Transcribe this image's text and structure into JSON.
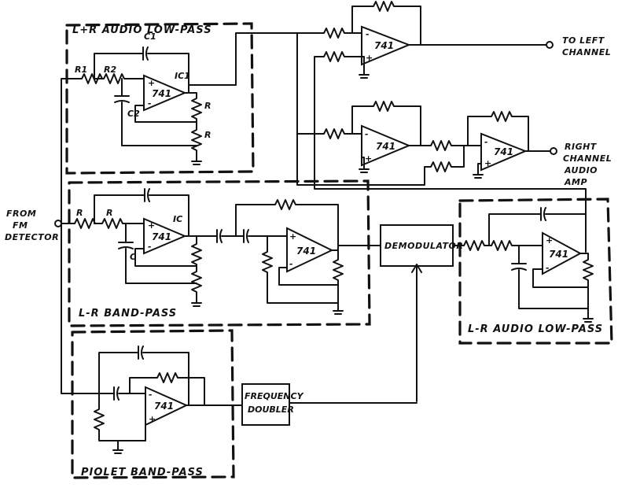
{
  "blocks": {
    "lr_sum_lowpass": "L+R AUDIO LOW-PASS",
    "lr_diff_bandpass": "L-R BAND-PASS",
    "lr_diff_lowpass": "L-R AUDIO LOW-PASS",
    "pilot_bandpass": "PIOLET BAND-PASS",
    "demodulator": "DEMODULATOR",
    "freq_doubler_1": "FREQUENCY",
    "freq_doubler_2": "DOUBLER"
  },
  "input_label": [
    "FROM",
    "FM",
    "DETECTOR"
  ],
  "outputs": {
    "left": [
      "TO LEFT",
      "CHANNEL"
    ],
    "right": [
      "RIGHT",
      "CHANNEL",
      "AUDIO",
      "AMP"
    ]
  },
  "opamp_label": "741",
  "components": {
    "C1": "C1",
    "IC1": "IC1",
    "R1": "R1",
    "R2": "R2",
    "C2": "C2",
    "R": "R",
    "C": "C",
    "IC": "IC"
  },
  "pin_plus": "+",
  "pin_minus": "-"
}
